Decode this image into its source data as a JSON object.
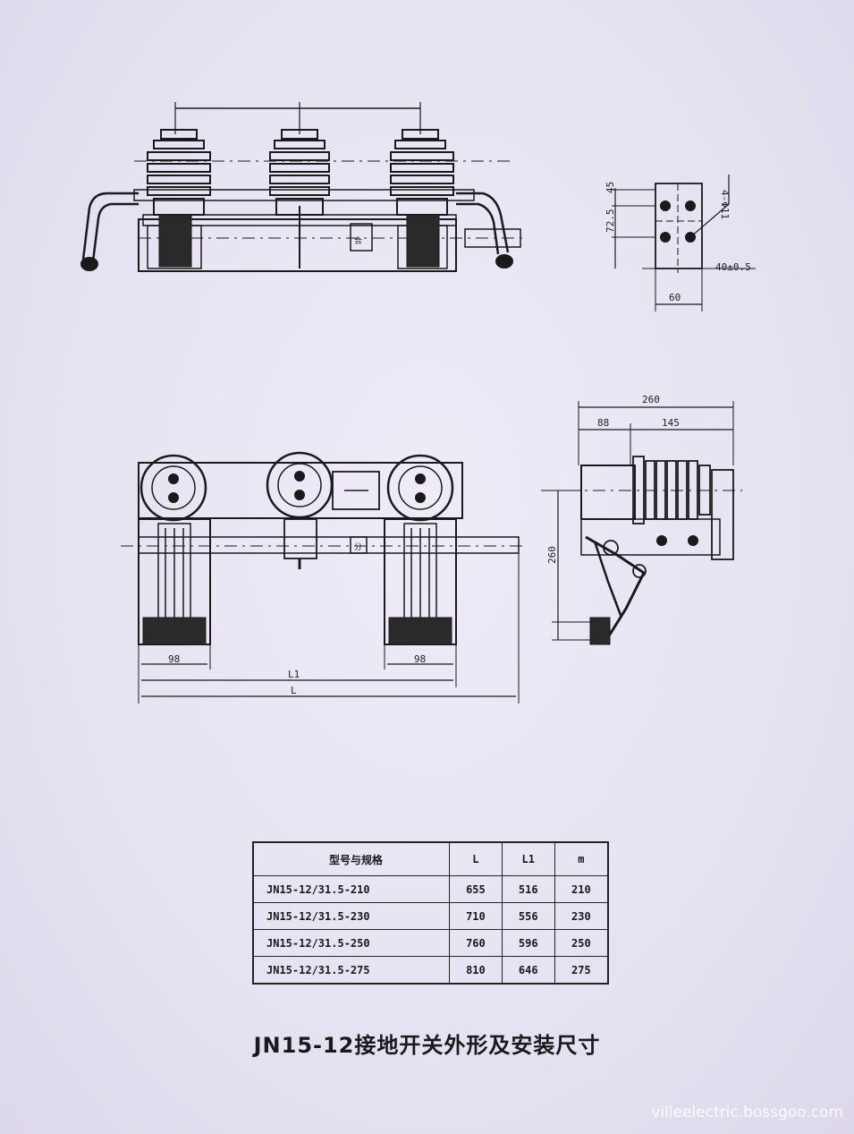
{
  "top_right_view": {
    "dim_holes": "4-Φ11",
    "dim_slot": "40±0.5",
    "dim_width": "60",
    "dim_side_a": "45",
    "dim_side_b": "72.5"
  },
  "side_view": {
    "dim_total": "260",
    "dim_left": "88",
    "dim_right": "145",
    "dim_height": "260"
  },
  "front_view": {
    "dim_left": "98",
    "dim_right": "98",
    "dim_L1": "L1",
    "dim_L": "L",
    "label_fen": "分",
    "label_he": "合"
  },
  "table": {
    "headers": [
      "型号与规格",
      "L",
      "L1",
      "m"
    ],
    "rows": [
      [
        "JN15-12/31.5-210",
        "655",
        "516",
        "210"
      ],
      [
        "JN15-12/31.5-230",
        "710",
        "556",
        "230"
      ],
      [
        "JN15-12/31.5-250",
        "760",
        "596",
        "250"
      ],
      [
        "JN15-12/31.5-275",
        "810",
        "646",
        "275"
      ]
    ]
  },
  "caption": "JN15-12接地开关外形及安装尺寸",
  "watermark": "villeelectric.bossgoo.com"
}
